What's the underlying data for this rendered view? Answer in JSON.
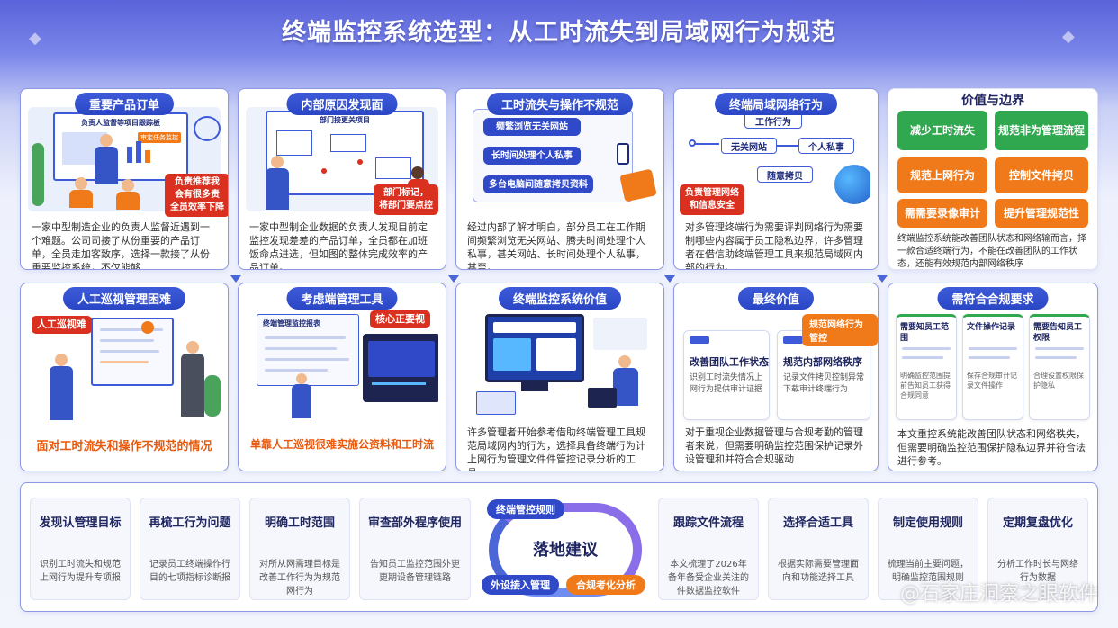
{
  "title": "终端监控系统选型：从工时流失到局域网行为规范",
  "top_row": [
    {
      "title": "重要产品订单",
      "board_text": "负责人监督等项目跟踪板",
      "board_btn": "审定任务监控",
      "tag": "负责推荐我\n会有很多责\n全员效率下降",
      "desc": "一家中型制造企业的负责人监督近遇到一个难题。公司司接了从份重要的产品订单，全员走加客致序，选择一款接了从份重要监控系统，不仅能够"
    },
    {
      "title": "内部原因发现面",
      "board_text": "部门接更关项目",
      "tag": "部门标记，\n将部门要点控",
      "desc": "一家中型制企业数据的负责人发现目前定监控发现差差的产品订单，全员都在加班饭命点进选，但如图的整体完成效率的产品订单。"
    },
    {
      "title": "工时流失与操作不规范",
      "chips": [
        "频繁浏览无关网站",
        "长时间处理个人私事",
        "多台电脑间随意拷贝资料"
      ],
      "desc": "经过内部了解才明白，部分员工在工作期间频繁浏览无关网站、腾夫时间处理个人私事，甚关网站、长时间处理个人私事，甚至。"
    },
    {
      "title": "终端局域网络行为",
      "flow": [
        "工作行为",
        "无关网站",
        "个人私事",
        "随意拷贝"
      ],
      "tag": "负责管理网络\n和信息安全",
      "desc": "对多管理终端行为需要评判网络行为需要制哪些内容属于员工隐私边界，许多管理者在借信助终端管理工具来规范局域网内部的行为。"
    }
  ],
  "values_panel": {
    "title": "价值与边界",
    "chips": [
      {
        "text": "减少工时流失",
        "color": "#2fa84f"
      },
      {
        "text": "规范非为管理流程",
        "color": "#2fa84f"
      },
      {
        "text": "规范上网行为",
        "color": "#f07a1a"
      },
      {
        "text": "控制文件拷贝",
        "color": "#f07a1a"
      },
      {
        "text": "需需要录像审计",
        "color": "#f07a1a"
      },
      {
        "text": "提升管理规范性",
        "color": "#f07a1a"
      }
    ],
    "desc": "终端监控系统能改善团队状态和网络输而言，择一款合适终端行为，不能在改善团队的工作状态，还能有效规范内部网络秩序"
  },
  "bottom_row": [
    {
      "title": "人工巡视管理困难",
      "tag": "人工巡视难",
      "caption": "面对工时流失和操作不规范的情况"
    },
    {
      "title": "考虑端管理工具",
      "screen_text": "终端管理监控报表",
      "tag": "核心正要视",
      "caption": "单靠人工巡视很难实施公资料和工时流"
    },
    {
      "title": "终端监控系统价值",
      "desc": "许多管理者开始参考借助终端管理工具规范局域网内的行为，选择具备终端行为计上网行为管理文件件管控记录分析的工具。"
    },
    {
      "title": "最终价值",
      "tag": "规范网络行为管控",
      "card1_title": "改善团队工作状态",
      "card1_text": "识别工时流失情况上网行为提供审计证据",
      "card2_title": "规范内部网络秩序",
      "card2_text": "记录文件拷贝控制异常下载审计终端行为",
      "desc": "对于重视企业数据管理与合规考勤的管理者来说，但需要明确监控范围保护记录外设管理和并符合合规驱动"
    },
    {
      "title": "需符合合规要求",
      "docs": [
        {
          "title": "需要知员工范围",
          "text": "明确监控范围提前告知员工获得合规同意"
        },
        {
          "title": "文件操作记录",
          "text": "保存合规审计记录文件操作"
        },
        {
          "title": "需要告知员工权限",
          "text": "合理设置权限保护隐私"
        }
      ],
      "desc": "本文重控系统能改善团队状态和网络秩失，但需要明确监控范围保护隐私边界并符合法进行参考。"
    }
  ],
  "steps_left": [
    {
      "title": "发现认管理目标",
      "desc": "识别工时流失和规范上网行为提升专项报"
    },
    {
      "title": "再梳工行为问题",
      "desc": "记录员工终端操作行目的七项指标诊断报"
    },
    {
      "title": "明确工时范围",
      "desc": "对所从网需理目标是改善工作行为为规范网行为"
    },
    {
      "title": "审查部外程序使用",
      "desc": "告知员工监控范围外更更期设备管理链路"
    }
  ],
  "center": {
    "title": "落地建议",
    "tag1": "终端管控规则",
    "tag2": "外设接入管理",
    "tag3": "合规考化分析"
  },
  "steps_right": [
    {
      "title": "跟踪文件流程",
      "desc": "本文梳理了2026年备年备受企业关注的件数据监控软件"
    },
    {
      "title": "选择合适工具",
      "desc": "根据实际需要管理面向和功能选择工具"
    },
    {
      "title": "制定使用规则",
      "desc": "梳理当前主要问题，明确监控范围规则"
    },
    {
      "title": "定期复盘优化",
      "desc": "分析工作时长与网络行为数据"
    }
  ],
  "watermark": "@石家庄洞察之眼软件"
}
